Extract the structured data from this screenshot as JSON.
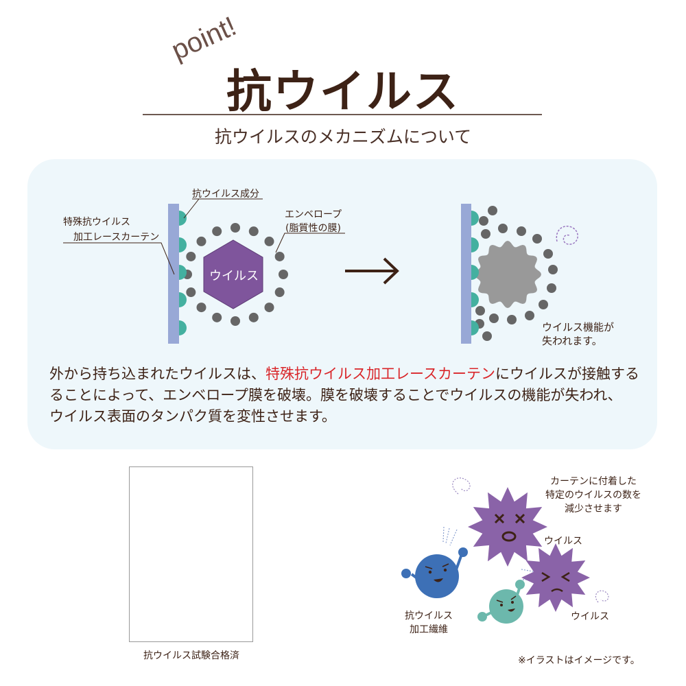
{
  "header": {
    "point_label": "point!",
    "title": "抗ウイルス",
    "subtitle": "抗ウイルスのメカニズムについて"
  },
  "diagram": {
    "component_label": "抗ウイルス成分",
    "curtain_label_line1": "特殊抗ウイルス",
    "curtain_label_line2": "加工レースカーテン",
    "envelope_label_line1": "エンベロープ",
    "envelope_label_line2": "(脂質性の膜)",
    "virus_label": "ウイルス",
    "arrow": "→",
    "result_line1": "ウイルス機能が",
    "result_line2": "失われます。"
  },
  "description": {
    "part1": "外から持ち込まれたウイルスは、",
    "highlight": "特殊抗ウイルス加工レースカーテン",
    "part2": "にウイルスが接触する",
    "line2": "ることによって、エンベロープ膜を破壊。膜を破壊することでウイルスの機能が失われ、",
    "line3": "ウイルス表面のタンパク質を変性させます。"
  },
  "certificate": {
    "caption": "抗ウイルス試験合格済"
  },
  "illustration": {
    "note_line1": "カーテンに付着した",
    "note_line2": "特定のウイルスの数を",
    "note_line3": "減少させます",
    "virus_label_1": "ウイルス",
    "virus_label_2": "ウイルス",
    "fiber_label_line1": "抗ウイルス",
    "fiber_label_line2": "加工繊維",
    "disclaimer": "※イラストはイメージです。"
  },
  "colors": {
    "text_brown": "#3d2216",
    "highlight_red": "#d9262a",
    "panel_bg": "#eef7fb",
    "curtain_blue": "#98a8d6",
    "agent_teal": "#44b0a0",
    "virus_purple": "#7f559c",
    "envelope_gray": "#666666"
  }
}
